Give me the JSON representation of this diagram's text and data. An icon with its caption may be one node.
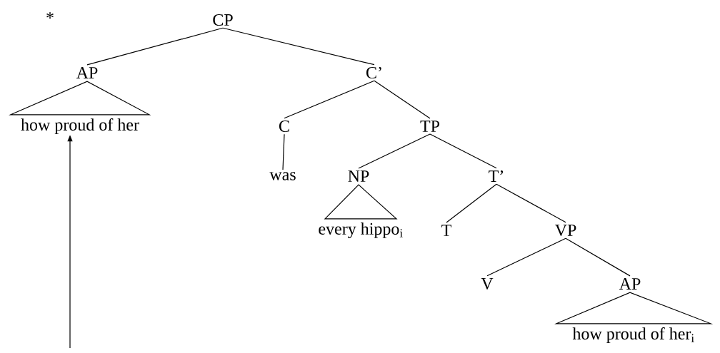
{
  "diagram": {
    "nodes": [
      {
        "text": [
          "CP"
        ]
      },
      {
        "text": [
          "AP"
        ]
      },
      {
        "text": [
          "how proud of her"
        ]
      },
      {
        "text": [
          "C’"
        ]
      },
      {
        "text": [
          "C"
        ]
      },
      {
        "text": [
          "TP"
        ]
      },
      {
        "text": [
          "was"
        ]
      },
      {
        "text": [
          "NP"
        ]
      },
      {
        "text": [
          "T’"
        ]
      },
      {
        "text": [
          "every hippo$_{i}$"
        ]
      },
      {
        "text": [
          "T"
        ]
      },
      {
        "text": [
          "VP"
        ]
      },
      {
        "text": [
          "V"
        ]
      },
      {
        "text": [
          "AP"
        ]
      },
      {
        "text": [
          "how proud of her$_{i}$"
        ]
      }
    ],
    "edges": [
      {
        "from": 0,
        "to": 1,
        "arrow": "none"
      },
      {
        "from": 0,
        "to": 3,
        "arrow": "none"
      },
      {
        "from": 1,
        "to": 2,
        "arrow": "none"
      },
      {
        "from": 3,
        "to": 4,
        "arrow": "none"
      },
      {
        "from": 3,
        "to": 5,
        "arrow": "none"
      },
      {
        "from": 4,
        "to": 6,
        "arrow": "none"
      },
      {
        "from": 5,
        "to": 7,
        "arrow": "none"
      },
      {
        "from": 5,
        "to": 8,
        "arrow": "none"
      },
      {
        "from": 7,
        "to": 9,
        "arrow": "none"
      },
      {
        "from": 8,
        "to": 10,
        "arrow": "none"
      },
      {
        "from": 8,
        "to": 11,
        "arrow": "none"
      },
      {
        "from": 11,
        "to": 12,
        "arrow": "none"
      },
      {
        "from": 11,
        "to": 13,
        "arrow": "none"
      },
      {
        "from": 13,
        "to": 14,
        "arrow": "none"
      },
      {
        "from": null,
        "to": 2,
        "arrow": "to"
      }
    ],
    "labels": [
      "*"
    ]
  }
}
